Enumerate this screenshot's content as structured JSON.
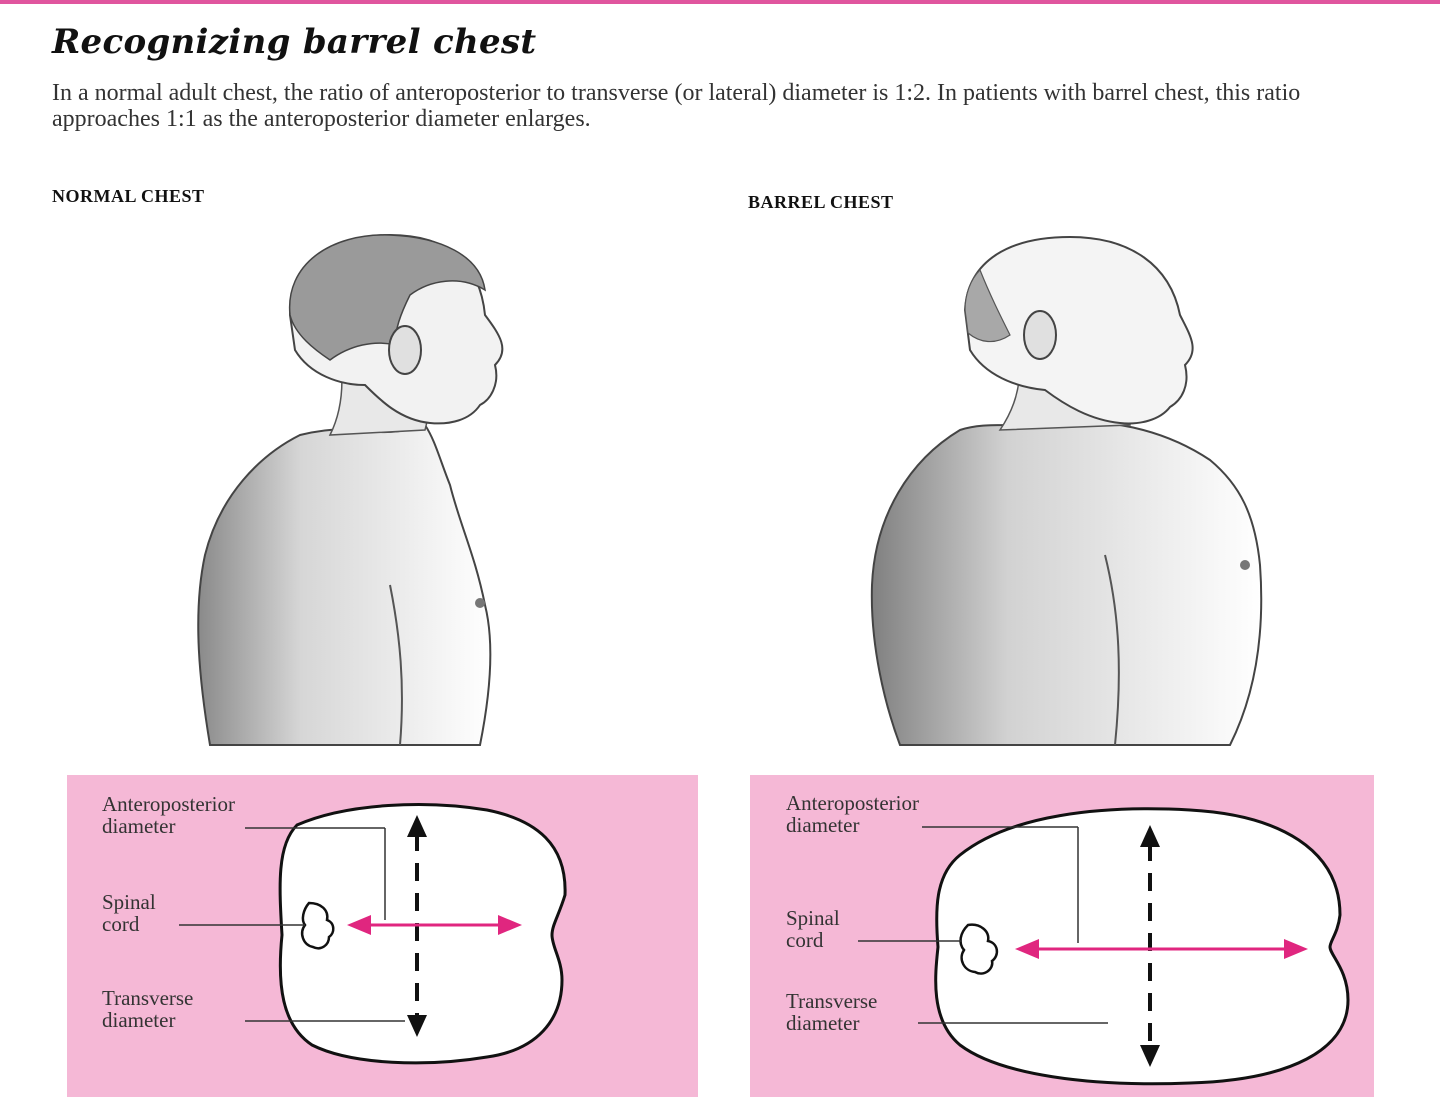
{
  "title": "Recognizing barrel chest",
  "intro": "In a normal adult chest, the ratio of anteroposterior to transverse (or lateral) diameter is 1:2. In patients with barrel chest, this ratio approaches 1:1 as the anteroposterior diameter enlarges.",
  "normal": {
    "heading": "NORMAL CHEST",
    "labels": {
      "ap_line1": "Anteroposterior",
      "ap_line2": "diameter",
      "spinal_line1": "Spinal",
      "spinal_line2": "cord",
      "trans_line1": "Transverse",
      "trans_line2": "diameter"
    }
  },
  "barrel": {
    "heading": "BARREL CHEST",
    "labels": {
      "ap_line1": "Anteroposterior",
      "ap_line2": "diameter",
      "spinal_line1": "Spinal",
      "spinal_line2": "cord",
      "trans_line1": "Transverse",
      "trans_line2": "diameter"
    }
  },
  "colors": {
    "accent": "#e0559e",
    "panel": "#f5b8d6",
    "arrow_pink": "#e0267f"
  }
}
